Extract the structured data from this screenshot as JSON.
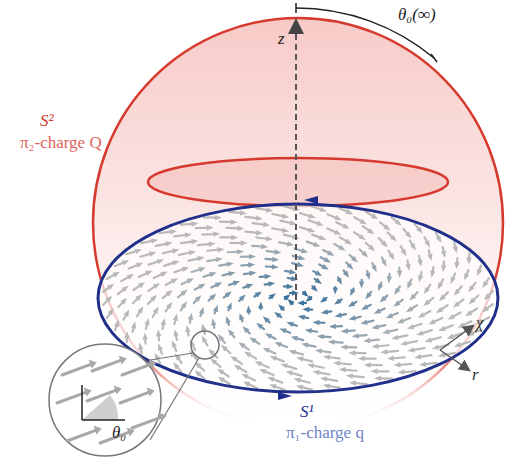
{
  "diagram": {
    "labels": [
      "z",
      "θ₀(∞)",
      "S²",
      "π₂-charge Q",
      "S¹",
      "π₁-charge q",
      "χ",
      "r",
      "θ₀"
    ]
  }
}
